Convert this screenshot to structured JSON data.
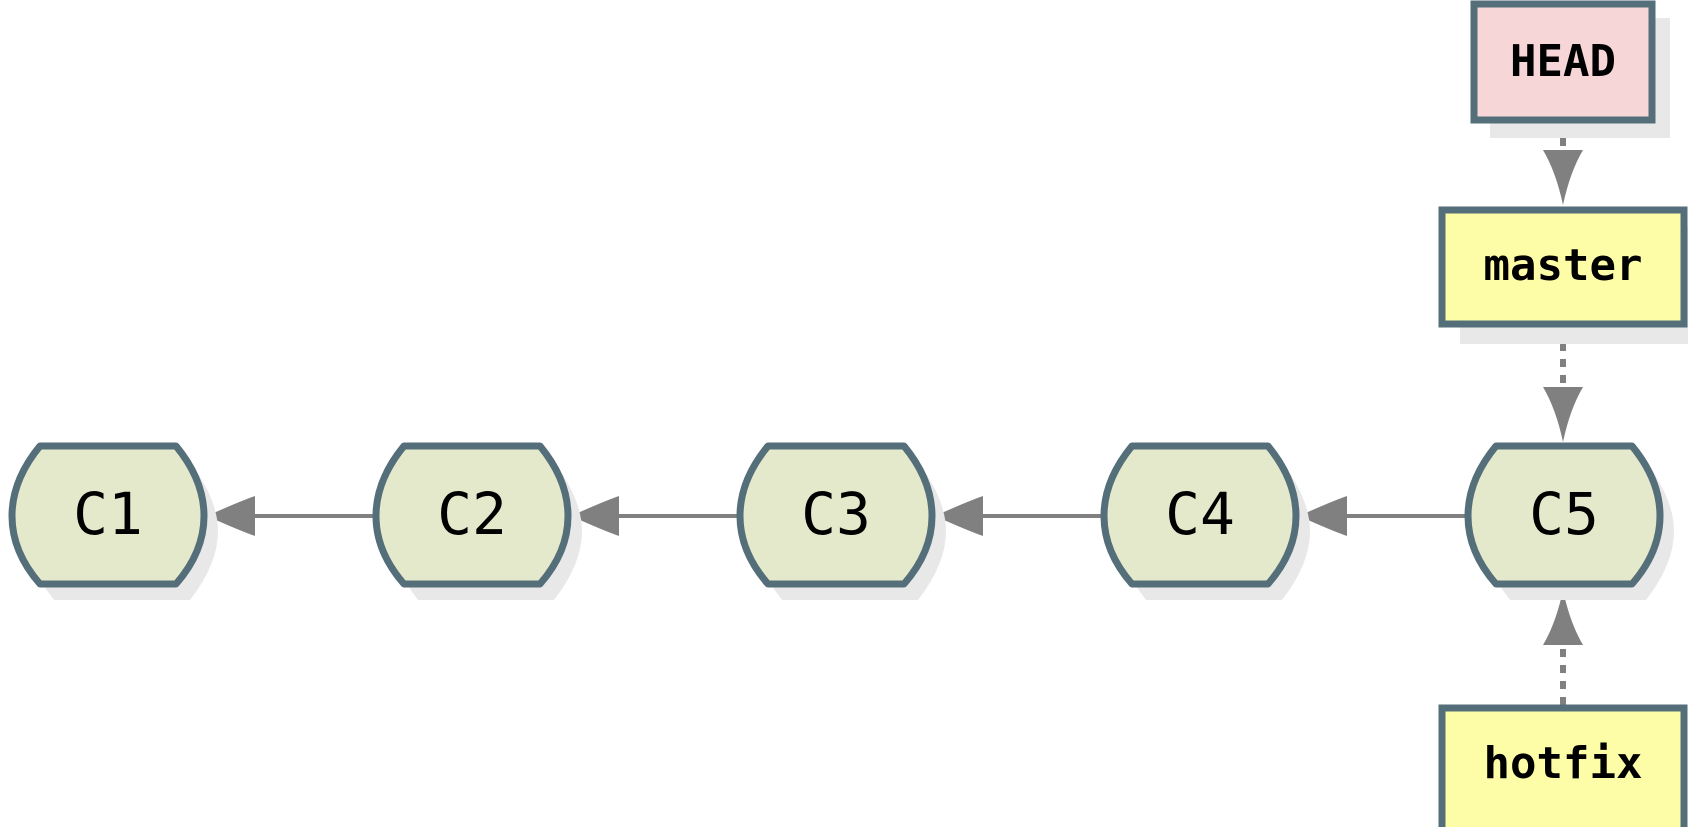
{
  "commits": [
    {
      "id": "c1",
      "label": "C1"
    },
    {
      "id": "c2",
      "label": "C2"
    },
    {
      "id": "c3",
      "label": "C3"
    },
    {
      "id": "c4",
      "label": "C4"
    },
    {
      "id": "c5",
      "label": "C5"
    }
  ],
  "refs": {
    "head": {
      "label": "HEAD"
    },
    "master": {
      "label": "master"
    },
    "hotfix": {
      "label": "hotfix"
    }
  },
  "edges": [
    {
      "from": "C2",
      "to": "C1",
      "style": "solid"
    },
    {
      "from": "C3",
      "to": "C2",
      "style": "solid"
    },
    {
      "from": "C4",
      "to": "C3",
      "style": "solid"
    },
    {
      "from": "C5",
      "to": "C4",
      "style": "solid"
    },
    {
      "from": "HEAD",
      "to": "master",
      "style": "dotted"
    },
    {
      "from": "master",
      "to": "C5",
      "style": "dotted"
    },
    {
      "from": "hotfix",
      "to": "C5",
      "style": "dotted"
    }
  ],
  "colors": {
    "commit_fill": "#e5e9cb",
    "node_border": "#546e7a",
    "head_fill": "#f7d6d7",
    "branch_fill": "#fdfda8",
    "arrow": "#808080",
    "shadow": "#e8e8e8"
  }
}
